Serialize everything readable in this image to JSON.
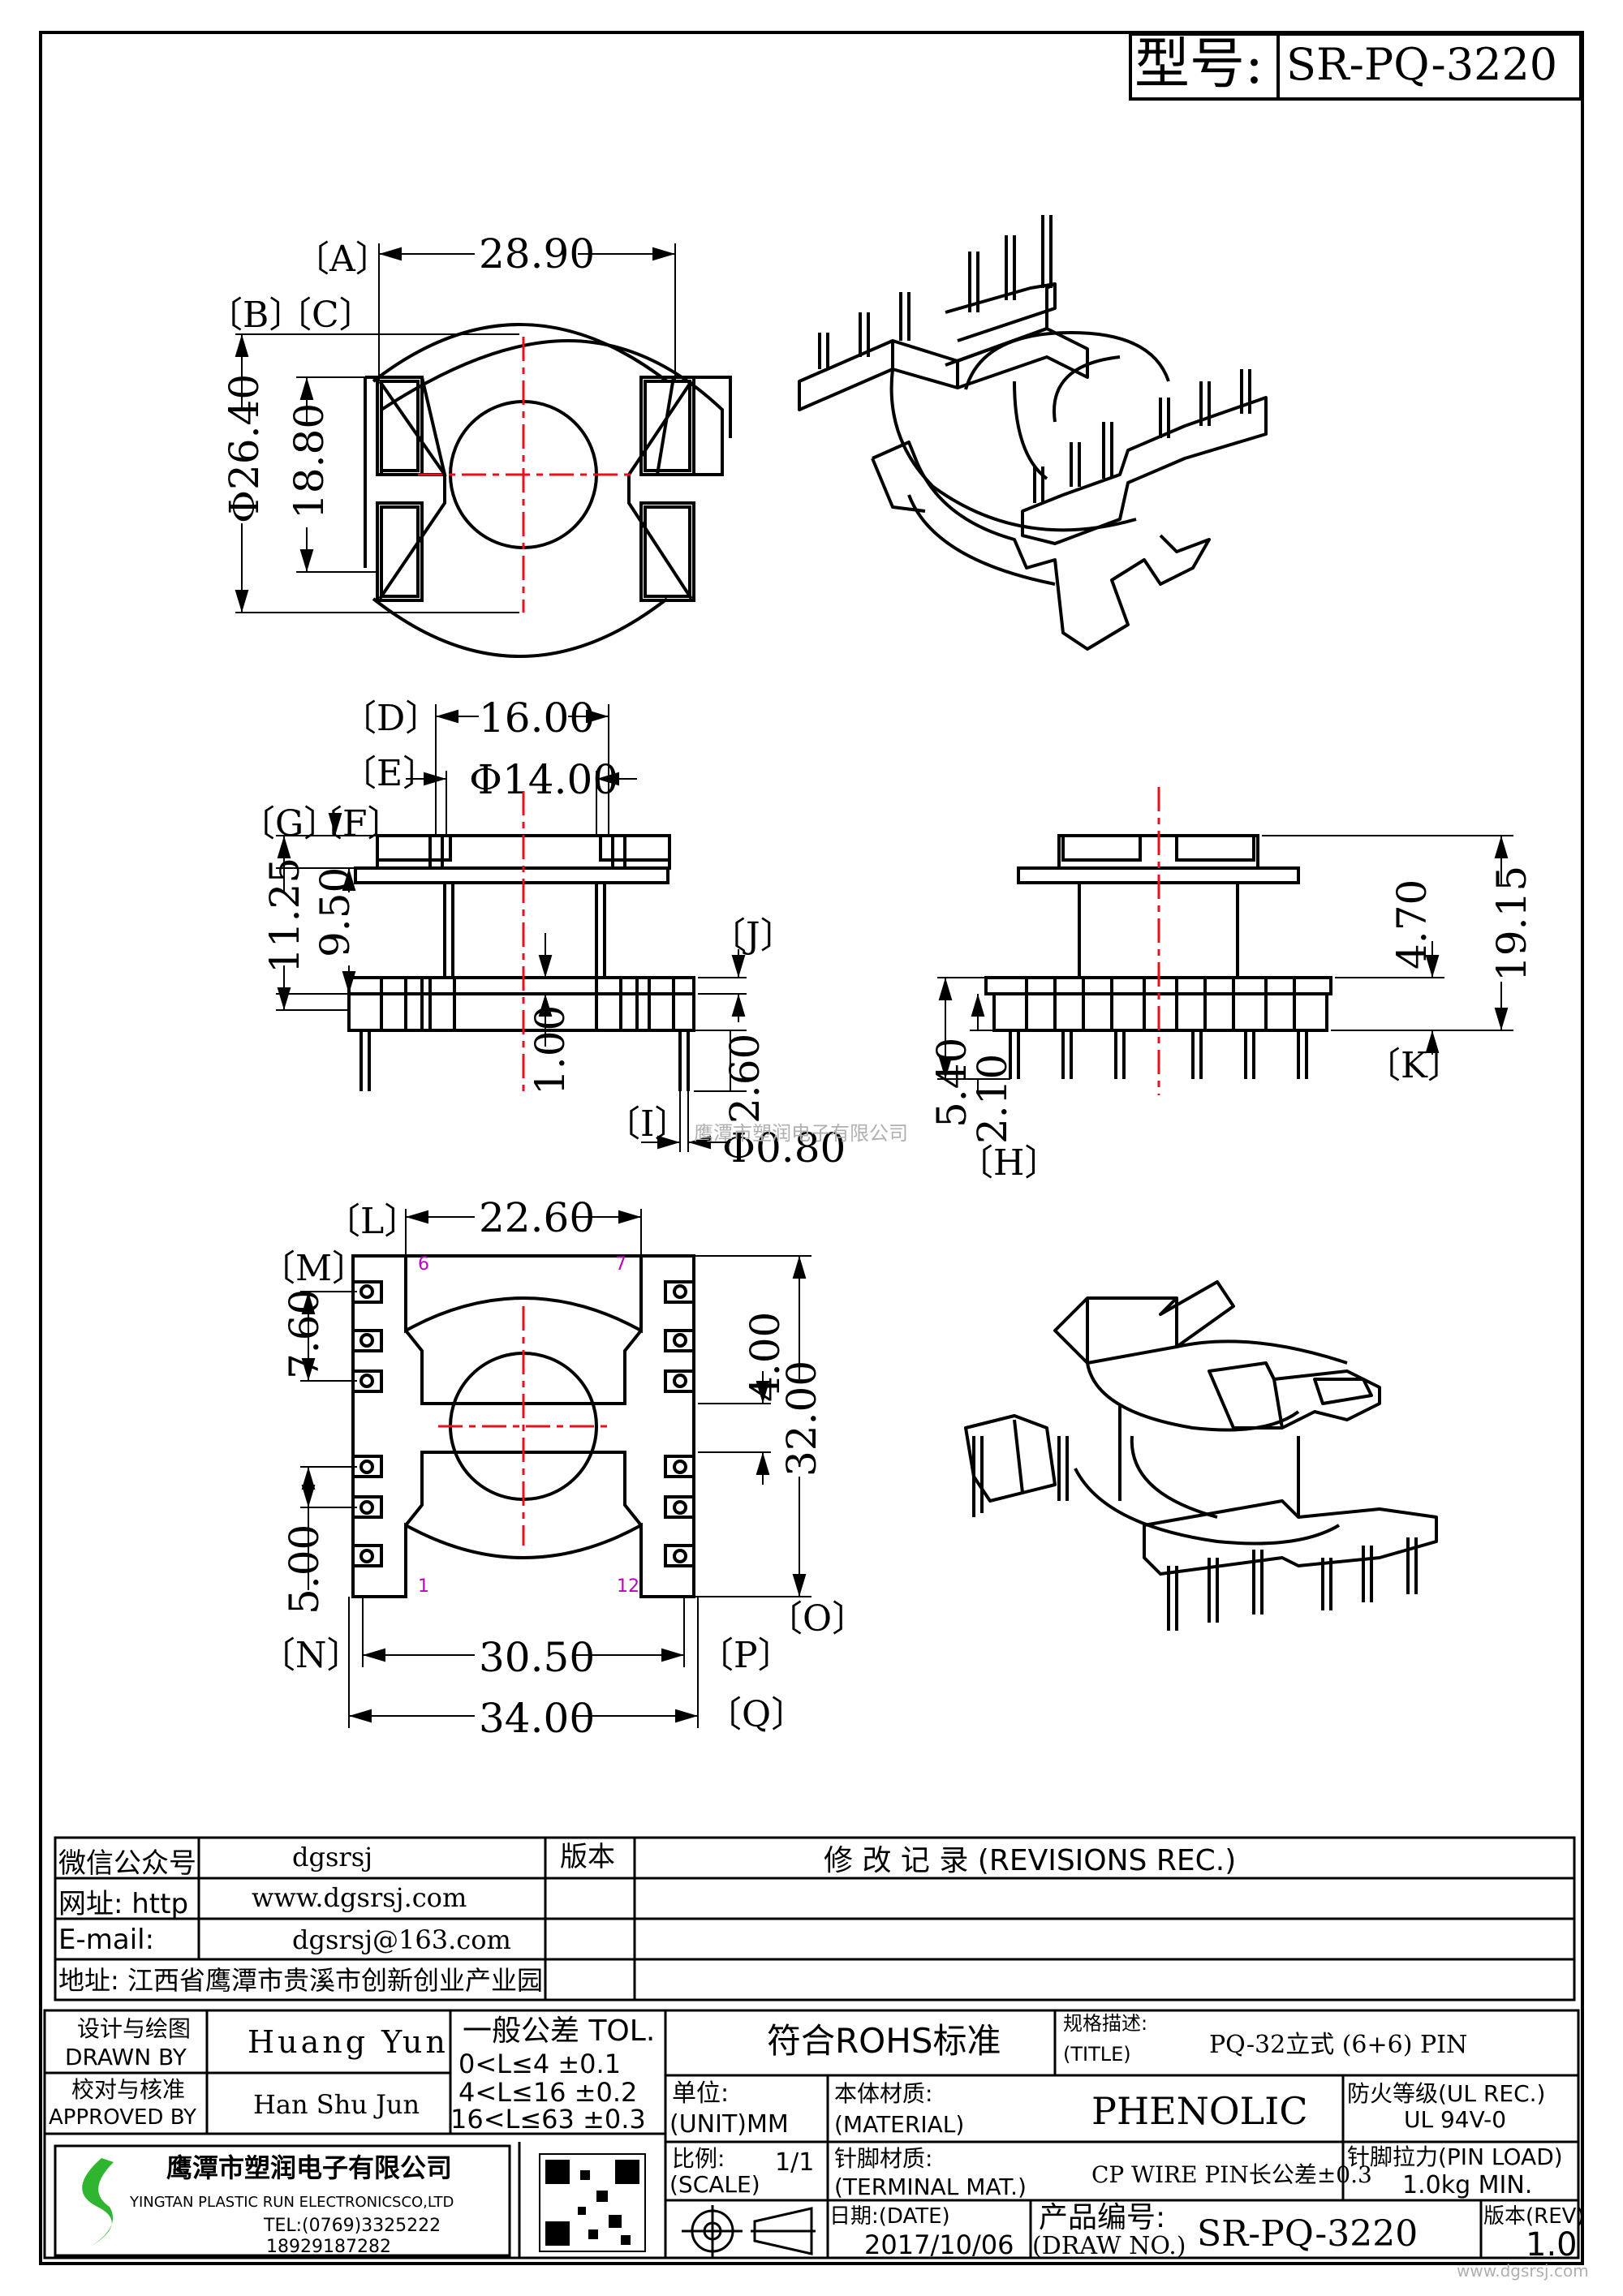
{
  "header": {
    "model_label": "型号:",
    "model_value": "SR-PQ-3220"
  },
  "view1": {
    "tag_a": "〔A〕",
    "tag_b": "〔B〕",
    "tag_c": "〔C〕",
    "dim_a": "28.90",
    "dim_b": "Φ26.40",
    "dim_c": "18.80"
  },
  "view2": {
    "tag_d": "〔D〕",
    "tag_e": "〔E〕",
    "tag_f": "〔F〕",
    "tag_g": "〔G〕",
    "tag_i": "〔I〕",
    "tag_j": "〔J〕",
    "dim_d": "16.00",
    "dim_e": "Φ14.00",
    "dim_g": "11.25",
    "dim_f": "9.50",
    "dim_j": "1.00",
    "dim_pin": "2.60",
    "dim_i": "Φ0.80"
  },
  "view3": {
    "tag_h": "〔H〕",
    "tag_k": "〔K〕",
    "dim_k_small": "4.70",
    "dim_k": "19.15",
    "dim_h1": "5.40",
    "dim_h2": "2.10"
  },
  "watermark": "鹰潭市塑润电子有限公司",
  "view4": {
    "tag_l": "〔L〕",
    "tag_m": "〔M〕",
    "tag_n": "〔N〕",
    "tag_o": "〔O〕",
    "tag_p": "〔P〕",
    "tag_q": "〔Q〕",
    "dim_l": "22.60",
    "dim_m": "7.60",
    "dim_slot": "4.00",
    "dim_o": "32.00",
    "dim_n": "5.00",
    "dim_p": "30.50",
    "dim_q": "34.00",
    "pin_1": "1",
    "pin_6": "6",
    "pin_7": "7",
    "pin_12": "12"
  },
  "info": {
    "wechat_label": "微信公众号",
    "wechat_value": "dgsrsj",
    "web_label": "网址: http",
    "web_value": "www.dgsrsj.com",
    "email_label": "E-mail:",
    "email_value": "dgsrsj@163.com",
    "address": "地址: 江西省鹰潭市贵溪市创新创业产业园",
    "version_label": "版本",
    "revisions": "修 改 记 录 (REVISIONS REC.)"
  },
  "title_block": {
    "designer_cn": "设计与绘图",
    "designer_en": "DRAWN BY",
    "designer_name": "Huang Yun",
    "approver_cn": "校对与核准",
    "approver_en": "APPROVED BY",
    "approver_name": "Han Shu Jun",
    "tol_title": "一般公差 TOL.",
    "tol_1": "0<L≤4   ±0.1",
    "tol_2": "4<L≤16  ±0.2",
    "tol_3": "16<L≤63 ±0.3",
    "rohs": "符合ROHS标准",
    "spec_label": "规格描述:",
    "title_en": "(TITLE)",
    "spec_value": "PQ-32立式 (6+6) PIN",
    "unit_label": "单位:",
    "unit_value": "(UNIT)MM",
    "material_label": "本体材质:",
    "material_en": "(MATERIAL)",
    "material_value": "PHENOLIC",
    "fire_label": "防火等级(UL REC.)",
    "fire_value": "UL 94V-0",
    "scale_label": "比例:",
    "scale_value": "1/1",
    "scale_en": "(SCALE)",
    "terminal_label": "针脚材质:",
    "terminal_en": "(TERMINAL MAT.)",
    "terminal_value": "CP WIRE  PIN长公差±0.3",
    "pinload_label": "针脚拉力(PIN LOAD)",
    "pinload_value": "1.0kg MIN.",
    "date_label": "日期:(DATE)",
    "date_value": "2017/10/06",
    "drawno_label": "产品编号:",
    "drawno_en": "(DRAW NO.)",
    "drawno_value": "SR-PQ-3220",
    "rev_label": "版本(REV)",
    "rev_value": "1.0",
    "company_cn": "鹰潭市塑润电子有限公司",
    "company_en": "YINGTAN PLASTIC RUN ELECTRONICSCO,LTD",
    "company_tel": "TEL:(0769)3325222",
    "company_phone": "18929187282"
  },
  "footer_url": "www.dgsrsj.com",
  "colors": {
    "center_line": "#e8101a",
    "pin_label": "#c000c0",
    "logo_green": "#2fb52f"
  }
}
